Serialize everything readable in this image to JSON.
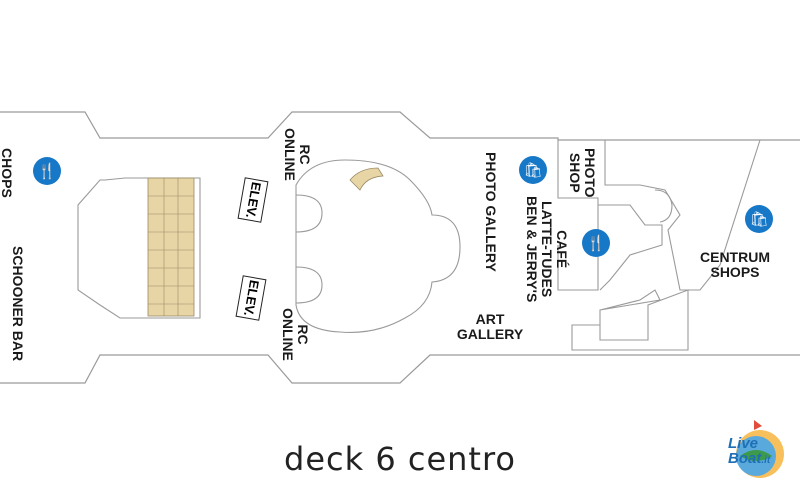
{
  "caption": "deck 6 centro",
  "labels": {
    "chops": "CHOPS",
    "schooner_bar": "SCHOONER BAR",
    "rc_online_top": "RC\nONLINE",
    "rc_online_bottom": "RC\nONLINE",
    "elev_top": "ELEV.",
    "elev_bottom": "ELEV.",
    "photo_gallery": "PHOTO GALLERY",
    "photo_shop": "PHOTO\nSHOP",
    "latte_tudes": "CAFÉ\nLATTE-TUDES\nBEN & JERRY'S",
    "art_gallery": "ART\nGALLERY",
    "centrum_shops": "CENTRUM\nSHOPS"
  },
  "icons": {
    "dining": "fork-knife-icon",
    "shopping": "shopping-bag-icon"
  },
  "colors": {
    "icon_blue": "#1878c8",
    "stage_fill": "#e8d5a6",
    "outline": "#9a9a9a"
  },
  "logo": {
    "text_line1": "Live",
    "text_line2": "Boat",
    "suffix": ".it"
  }
}
